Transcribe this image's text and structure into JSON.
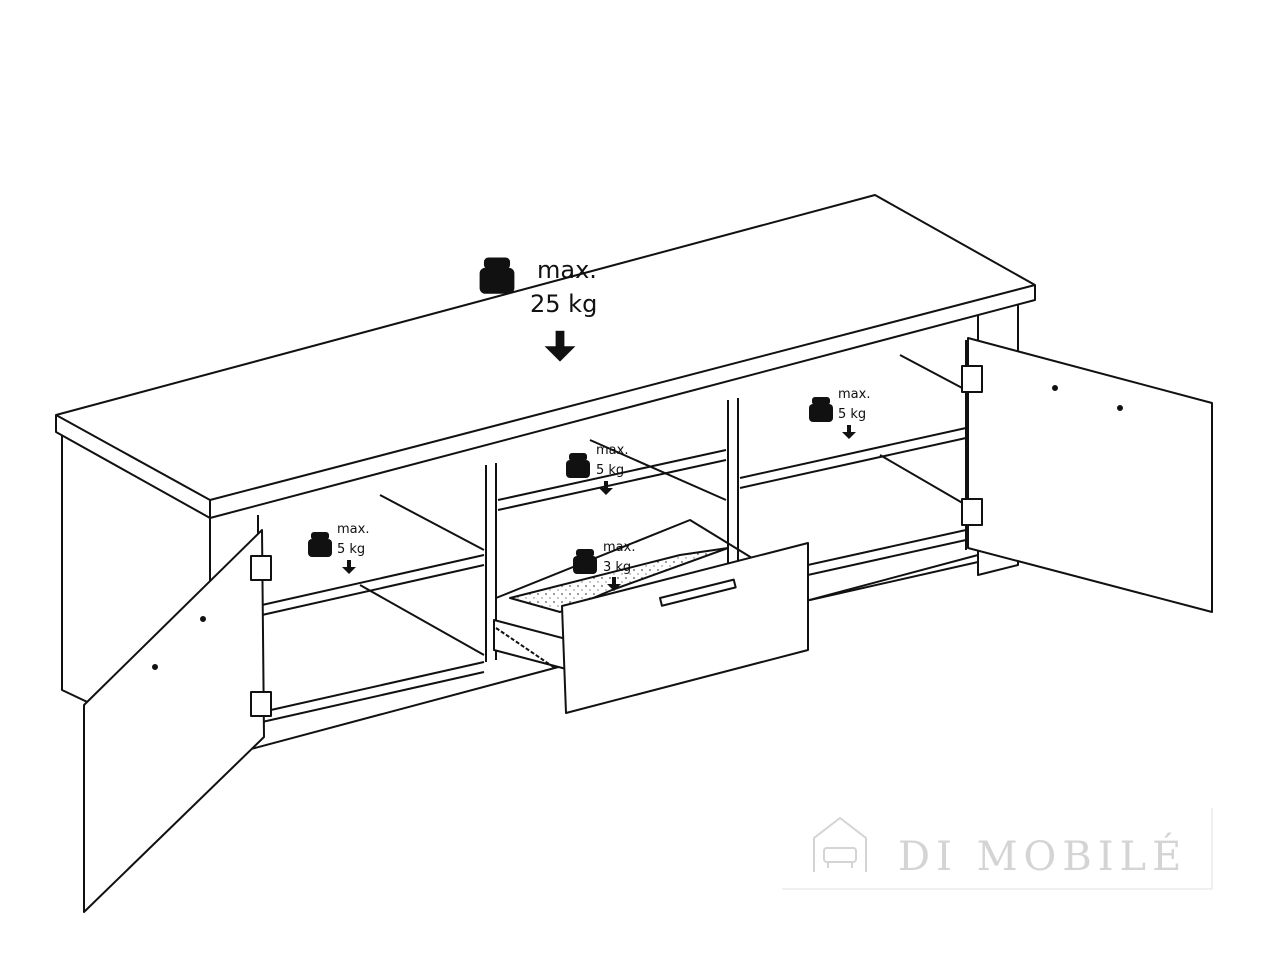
{
  "diagram": {
    "subject": "tv-stand-load-capacity",
    "line_color": "#111111",
    "background": "#ffffff",
    "watermark_color": "#d4d4d4",
    "loads": {
      "top": {
        "line1": "max.",
        "line2": "25 kg"
      },
      "left_shelf": {
        "line1": "max.",
        "line2": "5 kg"
      },
      "center_shelf": {
        "line1": "max.",
        "line2": "5 kg"
      },
      "right_shelf": {
        "line1": "max.",
        "line2": "5 kg"
      },
      "drawer": {
        "line1": "max.",
        "line2": "3 kg"
      }
    },
    "watermark": {
      "text": "DI MOBILÉ",
      "icon": "sofa-house-icon"
    }
  }
}
